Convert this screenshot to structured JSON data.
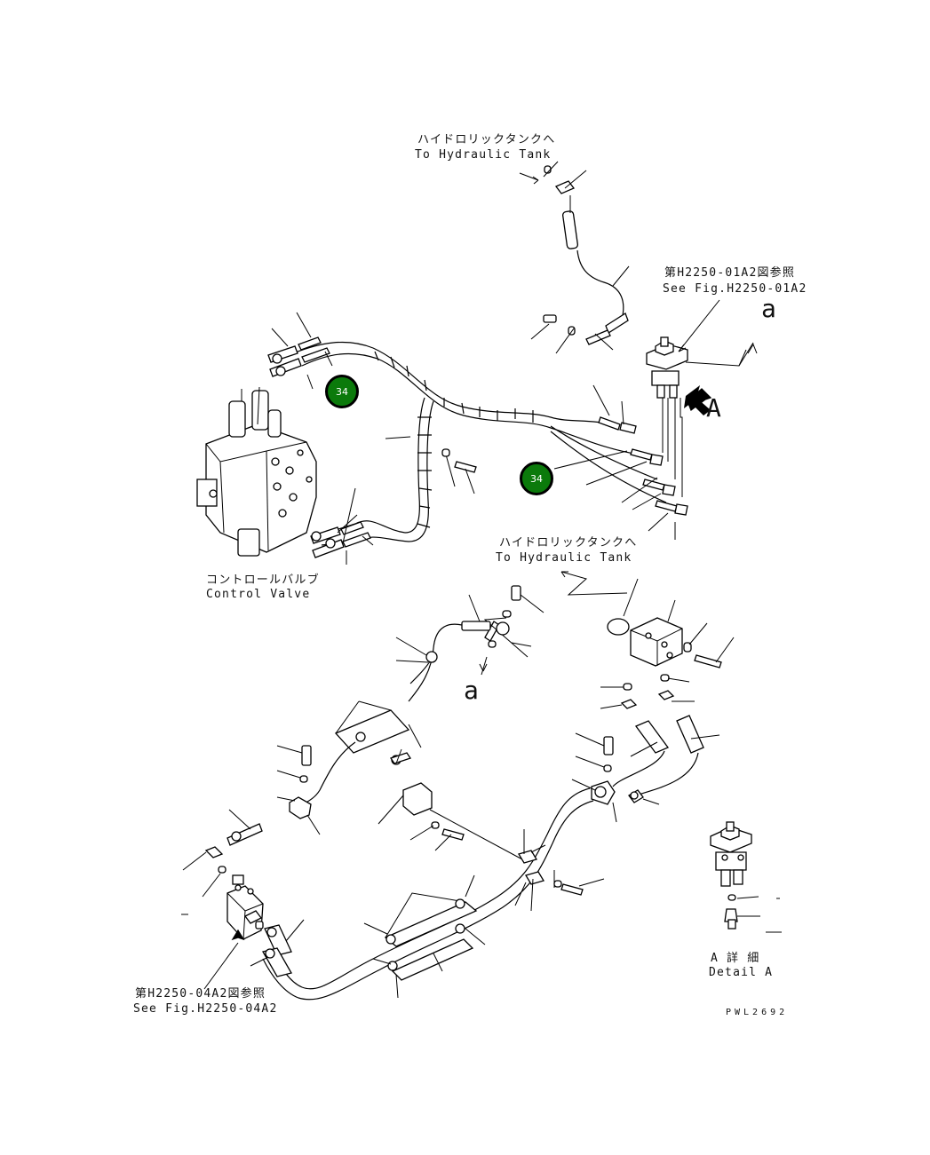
{
  "labels": {
    "tank_top_jp": "ハイドロリックタンクへ",
    "tank_top_en": "To Hydraulic Tank",
    "see_fig_top_jp": "第H2250-01A2図参照",
    "see_fig_top_en": "See Fig.H2250-01A2",
    "marker_a_top": "a",
    "view_a": "A",
    "tank_mid_jp": "ハイドロリックタンクへ",
    "tank_mid_en": "To Hydraulic Tank",
    "control_valve_jp": "コントロールバルブ",
    "control_valve_en": "Control Valve",
    "marker_a_mid": "a",
    "see_fig_bottom_jp": "第H2250-04A2図参照",
    "see_fig_bottom_en": "See Fig.H2250-04A2",
    "detail_jp": "A 詳 細",
    "detail_en": "Detail A",
    "drawing_code": "PWL2692"
  },
  "callouts": [
    {
      "number": "34"
    },
    {
      "number": "34"
    }
  ],
  "colors": {
    "callout_fill": "#0b7a0b",
    "line": "#000000"
  }
}
